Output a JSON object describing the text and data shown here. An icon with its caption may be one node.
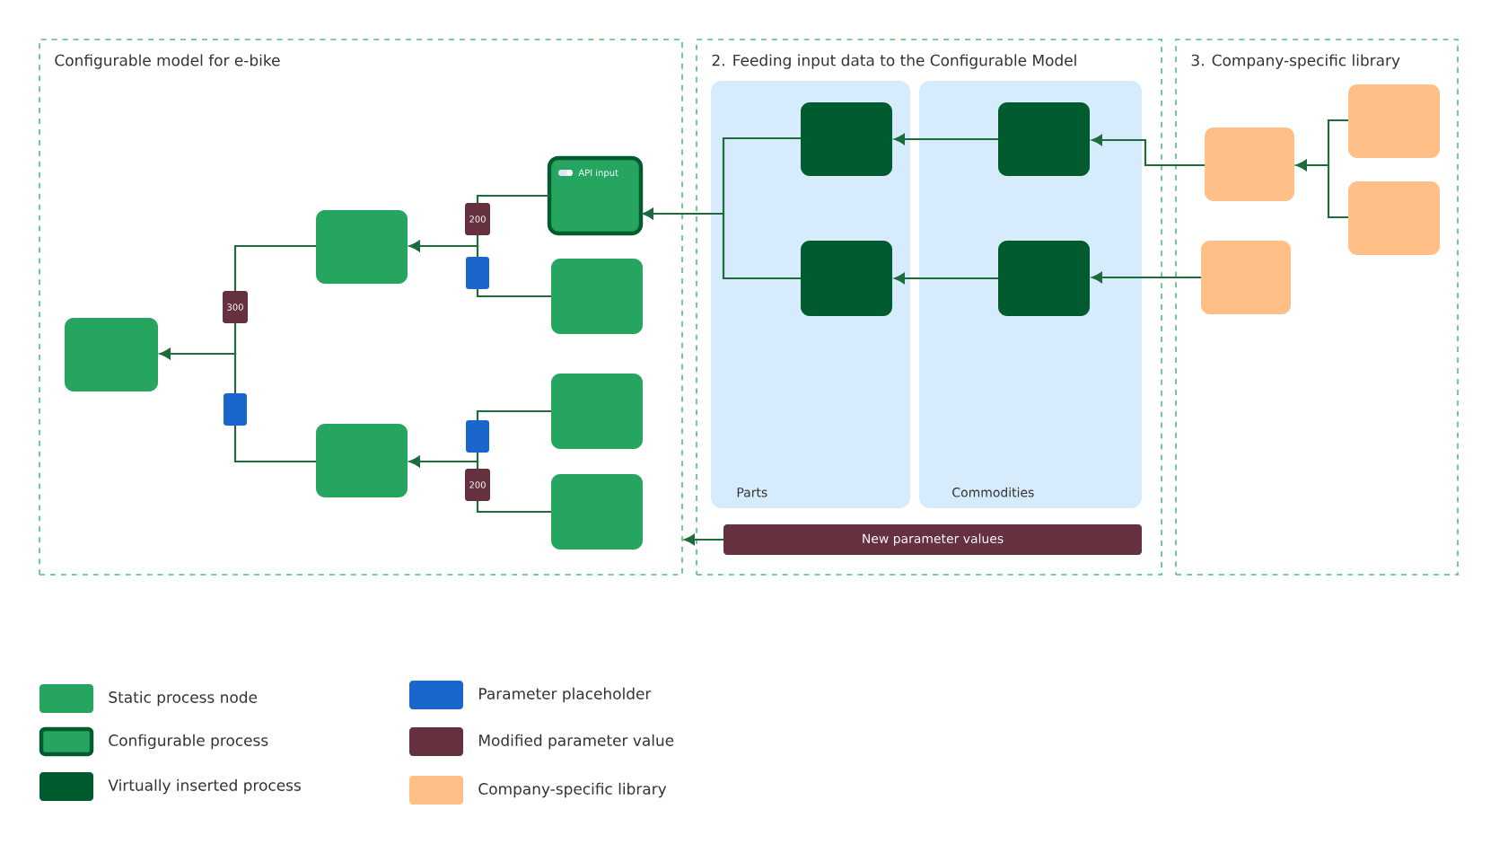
{
  "diagram": {
    "nodes": [
      {
        "text": [
          "Configurable model for e-bike"
        ]
      },
      {
        "text": [
          "2. Feeding input data to the Configurable Model"
        ]
      },
      {
        "text": [
          "3. Company-specific library"
        ]
      },
      {
        "text": [
          "Parts"
        ],
        "in": 1
      },
      {
        "text": [
          "Commodities"
        ],
        "in": 1
      },
      {
        "text": [],
        "shape": "box",
        "in": 0
      },
      {
        "text": [],
        "shape": "box",
        "in": 0
      },
      {
        "text": [],
        "shape": "box",
        "in": 0
      },
      {
        "text": [
          "API input"
        ],
        "in": 0
      },
      {
        "text": [],
        "shape": "box",
        "in": 0
      },
      {
        "text": [],
        "shape": "box",
        "in": 0
      },
      {
        "text": [],
        "shape": "box",
        "in": 0
      },
      {
        "text": [],
        "shape": "box",
        "in": 3
      },
      {
        "text": [],
        "shape": "box",
        "in": 3
      },
      {
        "text": [],
        "shape": "box",
        "in": 4
      },
      {
        "text": [],
        "shape": "box",
        "in": 4
      },
      {
        "text": [
          "New parameter values"
        ],
        "in": 1
      },
      {
        "text": [],
        "shape": "box",
        "in": 2
      },
      {
        "text": [],
        "shape": "box",
        "in": 2
      },
      {
        "text": [],
        "shape": "box",
        "in": 2
      },
      {
        "text": [],
        "shape": "box",
        "in": 2
      }
    ],
    "edges": [
      {
        "from": 8,
        "to": 6,
        "arrow": "to",
        "label": "200"
      },
      {
        "from": 9,
        "to": 6,
        "arrow": "to"
      },
      {
        "from": 6,
        "to": 5,
        "arrow": "to",
        "label": "300"
      },
      {
        "from": 7,
        "to": 5,
        "arrow": "to"
      },
      {
        "from": 10,
        "to": 7,
        "arrow": "to"
      },
      {
        "from": 11,
        "to": 7,
        "arrow": "to",
        "label": "200"
      },
      {
        "from": 12,
        "to": 8,
        "arrow": "to"
      },
      {
        "from": 13,
        "to": 8,
        "arrow": "to"
      },
      {
        "from": 14,
        "to": 12,
        "arrow": "to"
      },
      {
        "from": 15,
        "to": 13,
        "arrow": "to"
      },
      {
        "from": 17,
        "to": 14,
        "arrow": "to"
      },
      {
        "from": 20,
        "to": 15,
        "arrow": "to"
      },
      {
        "from": 18,
        "to": 17,
        "arrow": "to"
      },
      {
        "from": 19,
        "to": 17,
        "arrow": "to"
      },
      {
        "from": 16,
        "to": 0,
        "arrow": "to"
      }
    ],
    "legend": [
      {
        "text": "Static process node",
        "color": "#25a55f"
      },
      {
        "text": "Configurable process"
      },
      {
        "text": "Virtually inserted process",
        "color": "#005c2e"
      },
      {
        "text": "Parameter placeholder",
        "color": "#1a66cc"
      },
      {
        "text": "Modified parameter value",
        "color": "#66313e"
      },
      {
        "text": "Company-specific library",
        "color": "#ffbf87"
      }
    ]
  }
}
